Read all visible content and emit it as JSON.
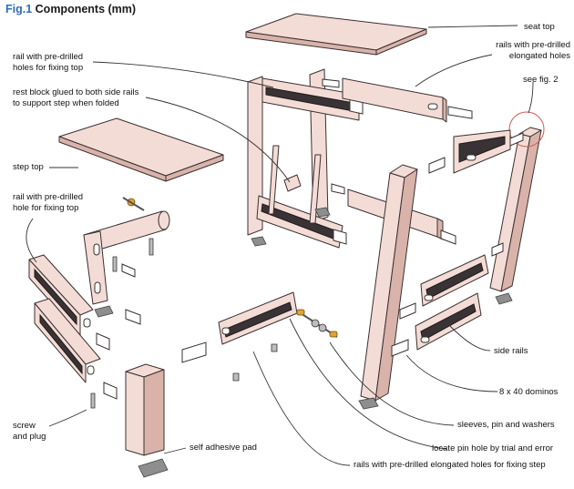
{
  "title": {
    "number": "Fig.1",
    "text": "Components (mm)"
  },
  "labels": {
    "seat_top": "seat top",
    "rails_elongated": [
      "rails with pre-drilled",
      "elongated holes"
    ],
    "see_fig": "see fig. 2",
    "rail_top_holes": [
      "rail with pre-drilled",
      "holes for fixing top"
    ],
    "rest_block": [
      "rest block glued to both side rails",
      "to support step when folded"
    ],
    "step_top": "step top",
    "rail_top_hole": [
      "rail with pre-drilled",
      "hole for fixing top"
    ],
    "side_rails": "side rails",
    "dominos": "8 x 40 dominos",
    "sleeves": "sleeves, pin and washers",
    "locate_pin": "locate pin hole by trial and error",
    "rails_step": "rails with pre-drilled  elongated holes for fixing step",
    "screw_plug": [
      "screw",
      "and plug"
    ],
    "pad": "self adhesive pad"
  },
  "colors": {
    "wood": "#f4dcd6",
    "wood_side": "#d9b3aa",
    "groove": "#3a3335",
    "accent": "#2f6db5",
    "circle": "#d9534f"
  }
}
